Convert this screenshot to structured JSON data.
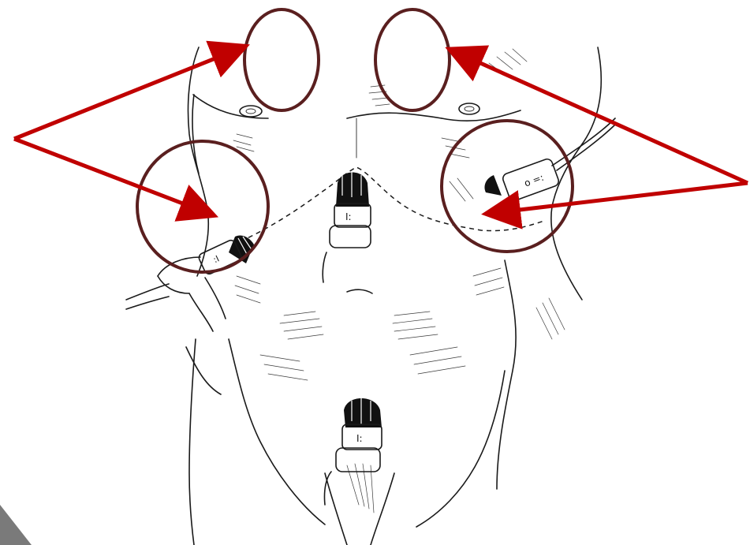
{
  "figure": {
    "subject": "ultrasound-probe-positions-on-torso",
    "annotation_colors": {
      "circle": "#5a1f1f",
      "arrow": "#c00000"
    },
    "probe_positions": [
      "right-upper-quadrant",
      "subxiphoid",
      "left-upper-quadrant",
      "suprapubic"
    ],
    "highlight_regions": [
      "right-chest",
      "left-chest",
      "right-flank",
      "left-flank"
    ]
  }
}
